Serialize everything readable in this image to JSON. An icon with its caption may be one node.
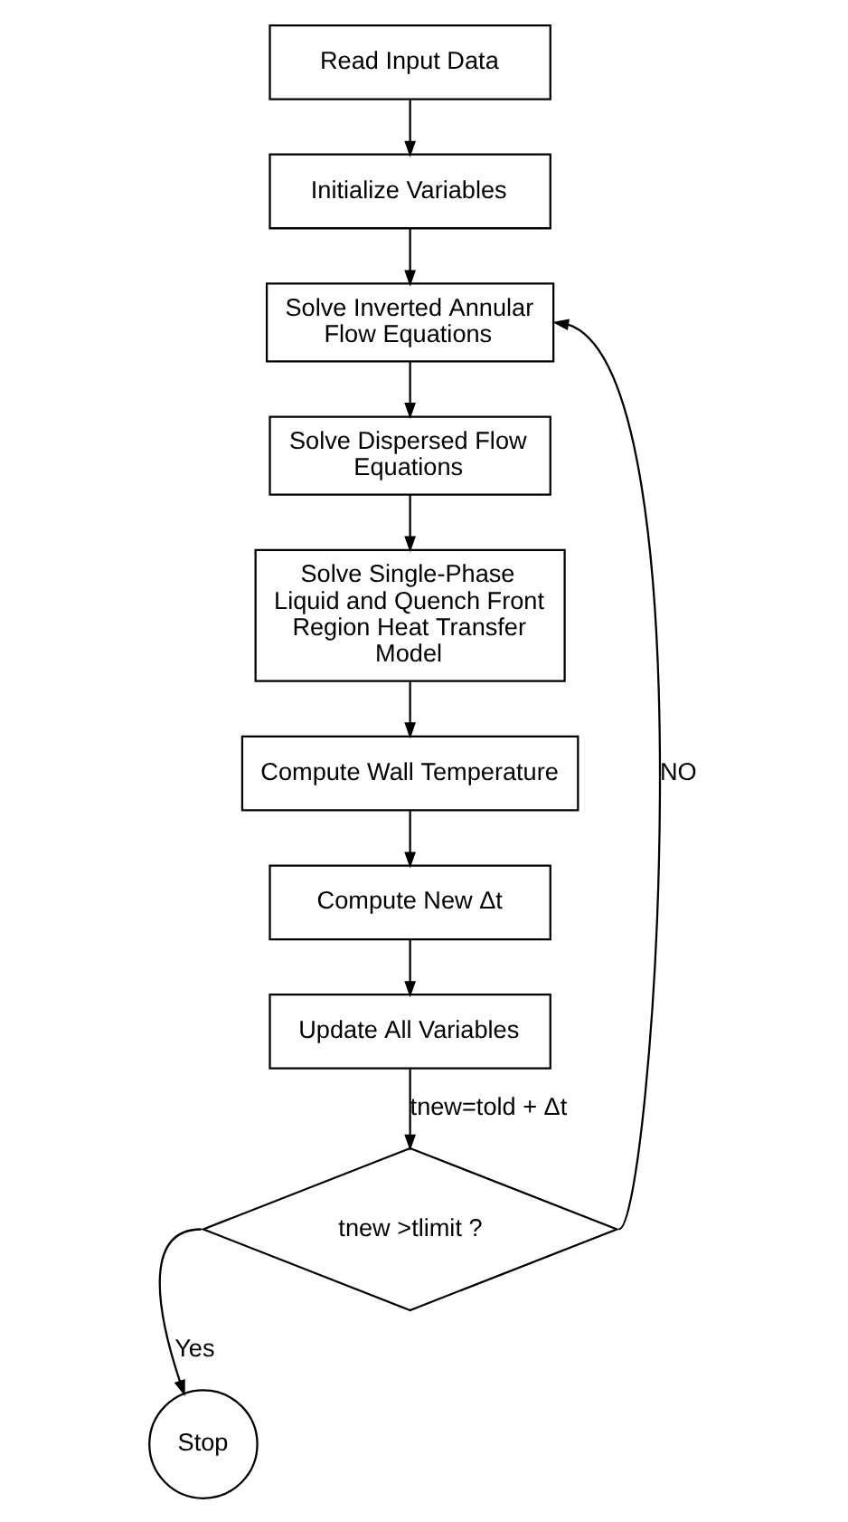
{
  "diagram": {
    "nodes": [
      {
        "text": [
          "Read Input Data"
        ]
      },
      {
        "text": [
          "Initialize Variables"
        ]
      },
      {
        "text": [
          "Solve Inverted Annular Flow Equations"
        ]
      },
      {
        "text": [
          "Solve Dispersed Flow Equations"
        ]
      },
      {
        "text": [
          "Solve Single-Phase Liquid and Quench Front Region Heat Transfer Model"
        ]
      },
      {
        "text": [
          "Compute Wall Temperature"
        ]
      },
      {
        "text": [
          "Compute New Δt"
        ]
      },
      {
        "text": [
          "Update All Variables"
        ]
      },
      {
        "text": [
          "tnew >tlimit ?"
        ]
      },
      {
        "text": [
          "Stop"
        ]
      }
    ],
    "edges": [
      {
        "from": 0,
        "to": 1,
        "arrow": "to"
      },
      {
        "from": 1,
        "to": 2,
        "arrow": "to"
      },
      {
        "from": 2,
        "to": 3,
        "arrow": "to"
      },
      {
        "from": 3,
        "to": 4,
        "arrow": "to"
      },
      {
        "from": 4,
        "to": 5,
        "arrow": "to"
      },
      {
        "from": 5,
        "to": 6,
        "arrow": "to"
      },
      {
        "from": 6,
        "to": 7,
        "arrow": "to"
      },
      {
        "from": 7,
        "to": 8,
        "arrow": "to",
        "label": "tnew=told + Δt"
      },
      {
        "from": 8,
        "to": 9,
        "arrow": "to",
        "label": "Yes"
      },
      {
        "from": 8,
        "to": 2,
        "arrow": "to",
        "label": "NO"
      }
    ]
  }
}
